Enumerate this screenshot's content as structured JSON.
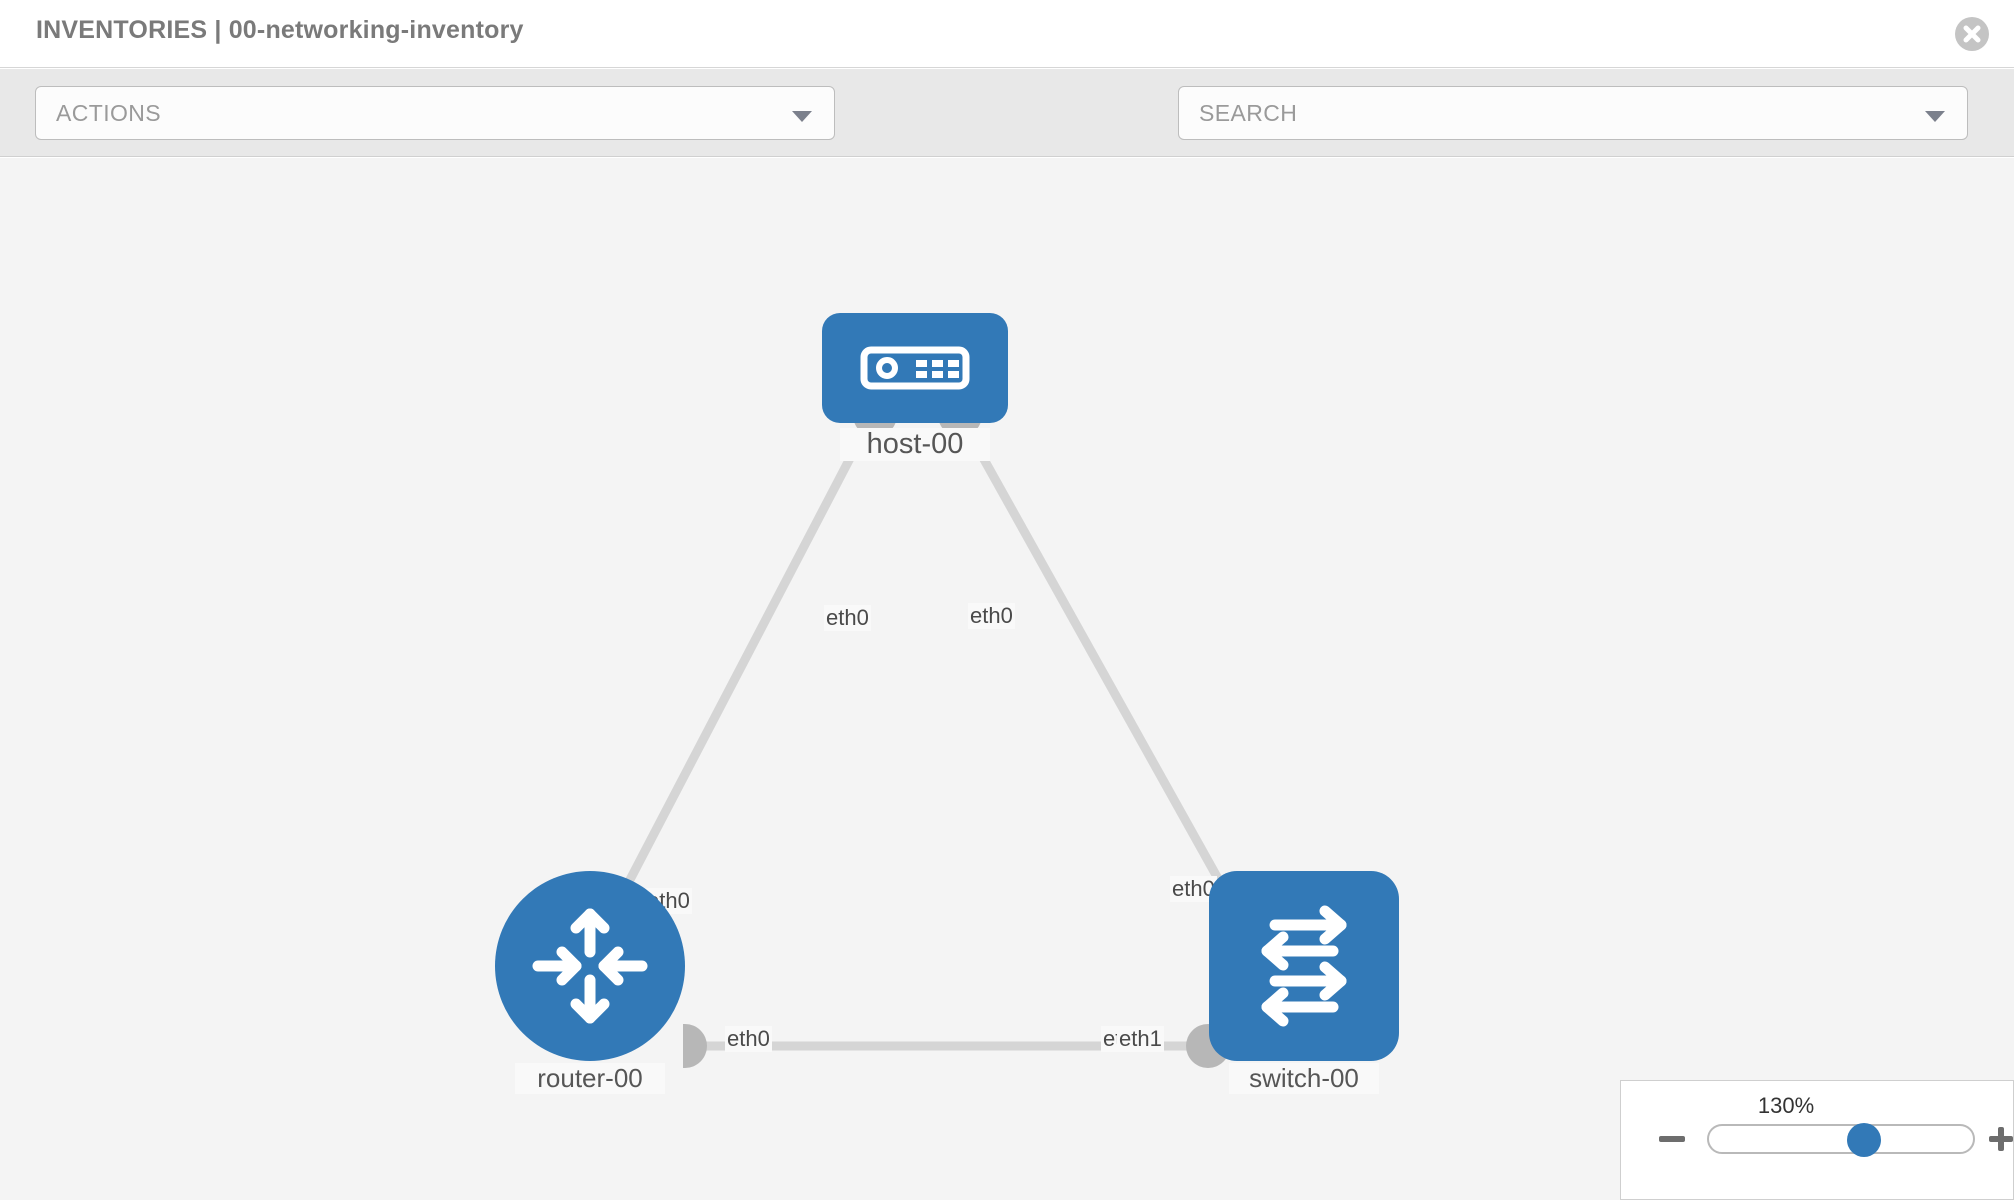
{
  "header": {
    "title": "INVENTORIES | 00-networking-inventory",
    "close_icon": "close-circle-icon"
  },
  "toolbar": {
    "actions_label": "ACTIONS",
    "actions_caret_icon": "chevron-down-icon",
    "wrench_icon": "wrench-icon",
    "key_icon": "key-icon",
    "search_placeholder": "SEARCH",
    "search_caret_icon": "chevron-down-icon"
  },
  "topology": {
    "nodes": [
      {
        "id": "host-00",
        "label": "host-00",
        "icon": "server-icon",
        "shape": "rounded-rect",
        "color": "#3279b7"
      },
      {
        "id": "router-00",
        "label": "router-00",
        "icon": "router-arrows-icon",
        "shape": "circle",
        "color": "#3279b7"
      },
      {
        "id": "switch-00",
        "label": "switch-00",
        "icon": "switch-arrows-icon",
        "shape": "rounded-square",
        "color": "#3279b7"
      }
    ],
    "link_labels": {
      "host_left": "eth0",
      "host_right": "eth0",
      "router_up": "eth0",
      "switch_up": "eth0",
      "router_right": "eth0",
      "switch_left_under": "eth",
      "switch_left": "eth1"
    },
    "link_color": "#d5d5d5",
    "connector_color": "#b7b7b7",
    "canvas_background": "#f4f4f4"
  },
  "zoom_control": {
    "value": "130%",
    "minus_icon": "minus-icon",
    "plus_icon": "plus-icon",
    "thumb_position_percent": 60
  }
}
